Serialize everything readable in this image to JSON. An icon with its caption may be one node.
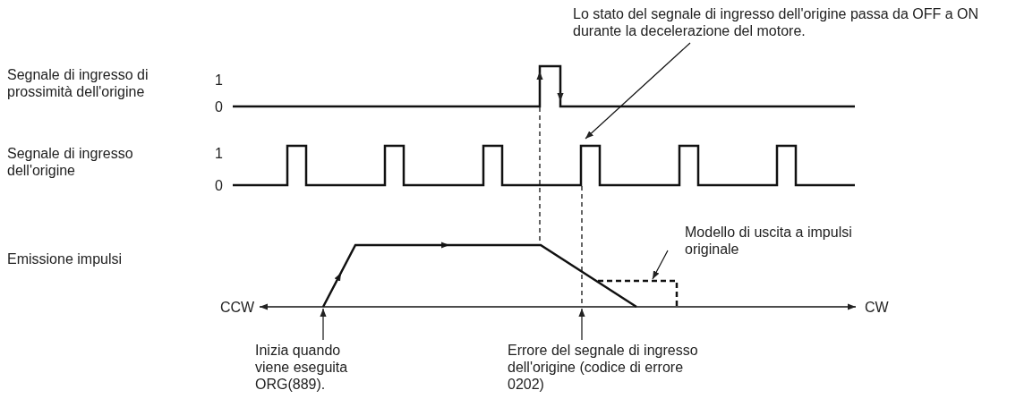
{
  "diagram": {
    "nodes": [
      {
        "text": [
          "Lo stato del segnale di ingresso dell'origine passa da OFF a ON durante la decelerazione del motore."
        ]
      },
      {
        "text": [],
        "shape": "picture"
      },
      {
        "text": [
          "Modello di uscita a impulsi originale"
        ]
      },
      {
        "text": [],
        "shape": "picture"
      },
      {
        "text": [],
        "shape": "picture"
      },
      {
        "text": [
          "Inizia quando viene eseguita ORG(889)."
        ]
      },
      {
        "text": [
          "Errore del segnale di ingresso dell'origine (codice di errore 0202)"
        ]
      }
    ],
    "edges": [
      {
        "from": 0,
        "to": 1,
        "arrow": "to"
      },
      {
        "from": 2,
        "to": 3,
        "arrow": "to"
      },
      {
        "from": 5,
        "to": 4,
        "arrow": "to"
      },
      {
        "from": 6,
        "to": 4,
        "arrow": "to"
      }
    ],
    "labels": [
      "Segnale di ingresso di prossimità dell'origine",
      "1",
      "0",
      "Segnale di ingresso dell'origine",
      "1",
      "0",
      "Emissione impulsi",
      "CCW",
      "CW"
    ]
  }
}
